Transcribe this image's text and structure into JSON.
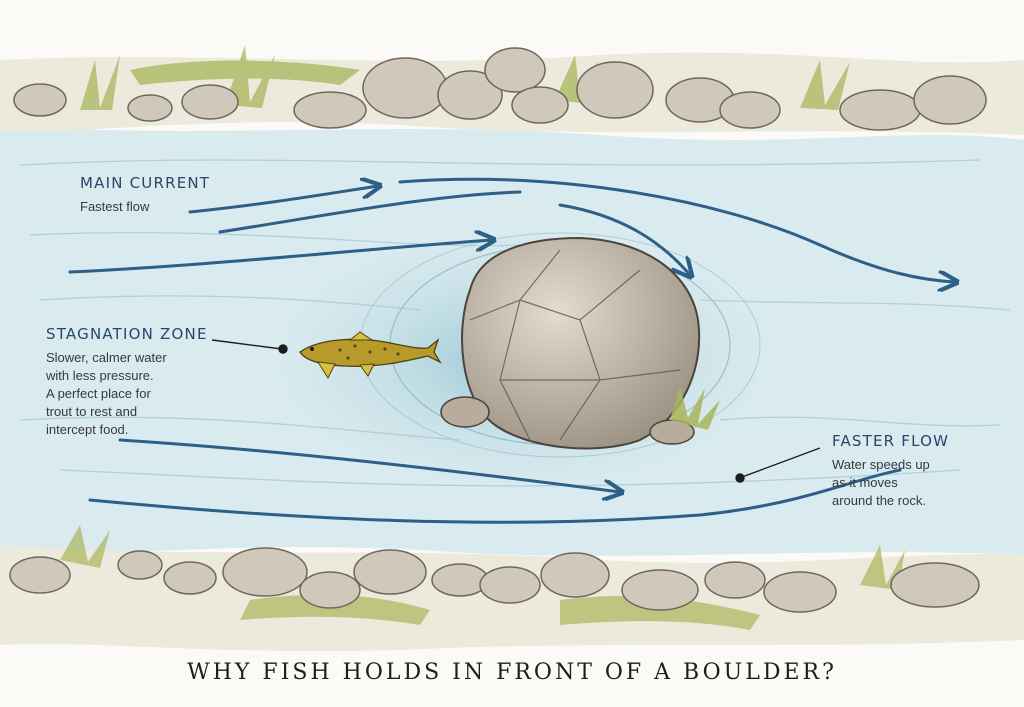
{
  "title": "WHY FISH HOLDS IN FRONT OF A BOULDER?",
  "labels": {
    "main_current": {
      "heading": "MAIN CURRENT",
      "description": "Fastest flow"
    },
    "stagnation_zone": {
      "heading": "STAGNATION ZONE",
      "description_lines": [
        "Slower, calmer water",
        "with less pressure.",
        "A perfect place for",
        "trout to rest and",
        "intercept food."
      ]
    },
    "faster_flow": {
      "heading": "FASTER FLOW",
      "description_lines": [
        "Water speeds up",
        "as it moves",
        "around the rock."
      ]
    }
  },
  "colors": {
    "water": "#cfe4ea",
    "water_deep": "#8fc1cf",
    "current_arrow": "#2e5f86",
    "rock": "#c2b8a8",
    "grass": "#a9b55a",
    "fish": "#b79a2a"
  }
}
